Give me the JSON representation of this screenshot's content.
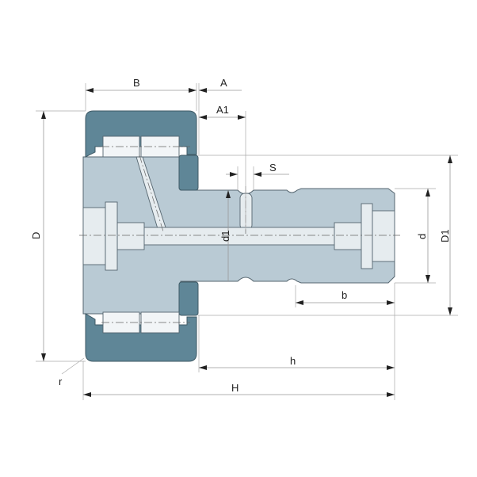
{
  "title": "Cam follower (stud-type track roller) dimension drawing",
  "colors": {
    "stud": "#b9cad4",
    "outer_ring": "#5f8697",
    "line": "#55656f"
  },
  "dimensions": {
    "B": "B",
    "A": "A",
    "A1": "A1",
    "S": "S",
    "d1": "d1",
    "d": "d",
    "D1": "D1",
    "D": "D",
    "b": "b",
    "h": "h",
    "H": "H",
    "r": "r"
  }
}
